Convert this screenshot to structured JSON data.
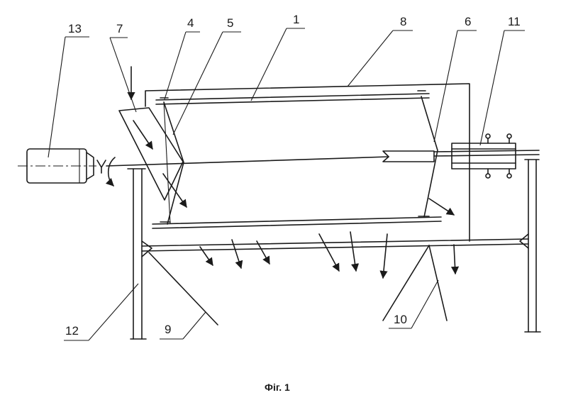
{
  "caption": "Фіг. 1",
  "labels": {
    "l1": "1",
    "l4": "4",
    "l5": "5",
    "l6": "6",
    "l7": "7",
    "l8": "8",
    "l9": "9",
    "l10": "10",
    "l11": "11",
    "l12": "12",
    "l13": "13"
  }
}
